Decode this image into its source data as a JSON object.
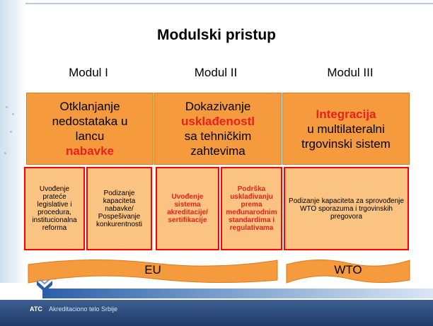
{
  "title": "Modulski pristup",
  "modules": [
    {
      "label": "Modul I"
    },
    {
      "label": "Modul II"
    },
    {
      "label": "Modul III"
    }
  ],
  "main_boxes": [
    {
      "line1": "Otklanjanje nedostataka u lancu",
      "highlight": "nabavke",
      "line2": ""
    },
    {
      "line1": "Dokazivanje",
      "highlight": "usklađenostl",
      "line2": "sa tehničkim zahtevima"
    },
    {
      "line1": "",
      "highlight": "Integracija",
      "line2": "u multilateralni trgovinski sistem"
    }
  ],
  "sub_boxes": [
    "Uvođenje prateće legislative i procedura, institucionalna reforma",
    "Podizanje kapaciteta nabavke/ Pospešivanje konkurentnosti",
    "Uvođenje sistema akreditacije/ sertifikacije",
    "Podrška usklađivanju prema međunarodnim standardima i regulativama",
    "Podizanje kapaciteta za sprovođenje WTO sporazuma i trgovinskih pregovora"
  ],
  "banners": {
    "eu": "EU",
    "wto": "WTO"
  },
  "footer": {
    "atc": "ATC",
    "org": "Akreditaciono telo Srbije"
  },
  "colors": {
    "box": "#f59a3d",
    "sub_box": "#fbc381",
    "accent_red": "#e8211c",
    "footer": "#1f3a66"
  }
}
